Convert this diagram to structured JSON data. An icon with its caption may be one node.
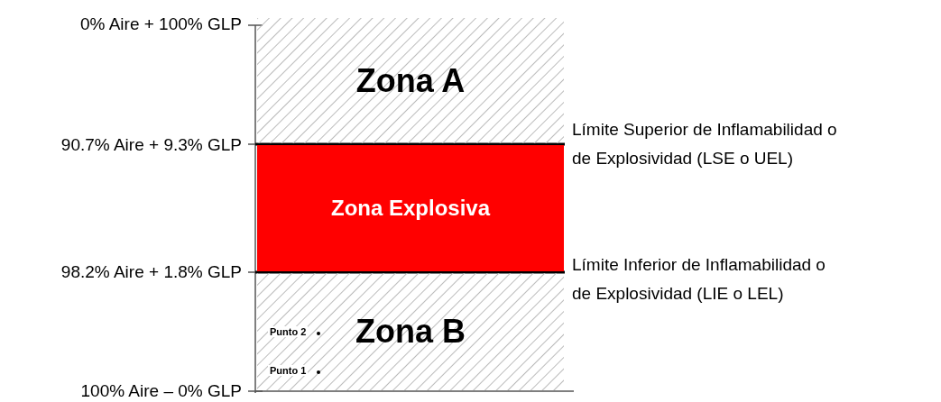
{
  "diagram": {
    "nodes": [
      {
        "text": [
          "Zona A"
        ]
      },
      {
        "text": [
          "Zona Explosiva"
        ]
      },
      {
        "text": [
          "Zona B"
        ]
      }
    ],
    "labels": [
      "0% Aire + 100% GLP",
      "Límite Superior de Inflamabilidad o de Explosividad (LSE o UEL)",
      "90.7% Aire + 9.3% GLP",
      "98.2% Aire + 1.8% GLP",
      "Límite Inferior de Inflamabilidad o de Explosividad (LIE o LEL)",
      "Punto 2",
      "Punto 1",
      "100% Aire – 0% GLP"
    ]
  }
}
